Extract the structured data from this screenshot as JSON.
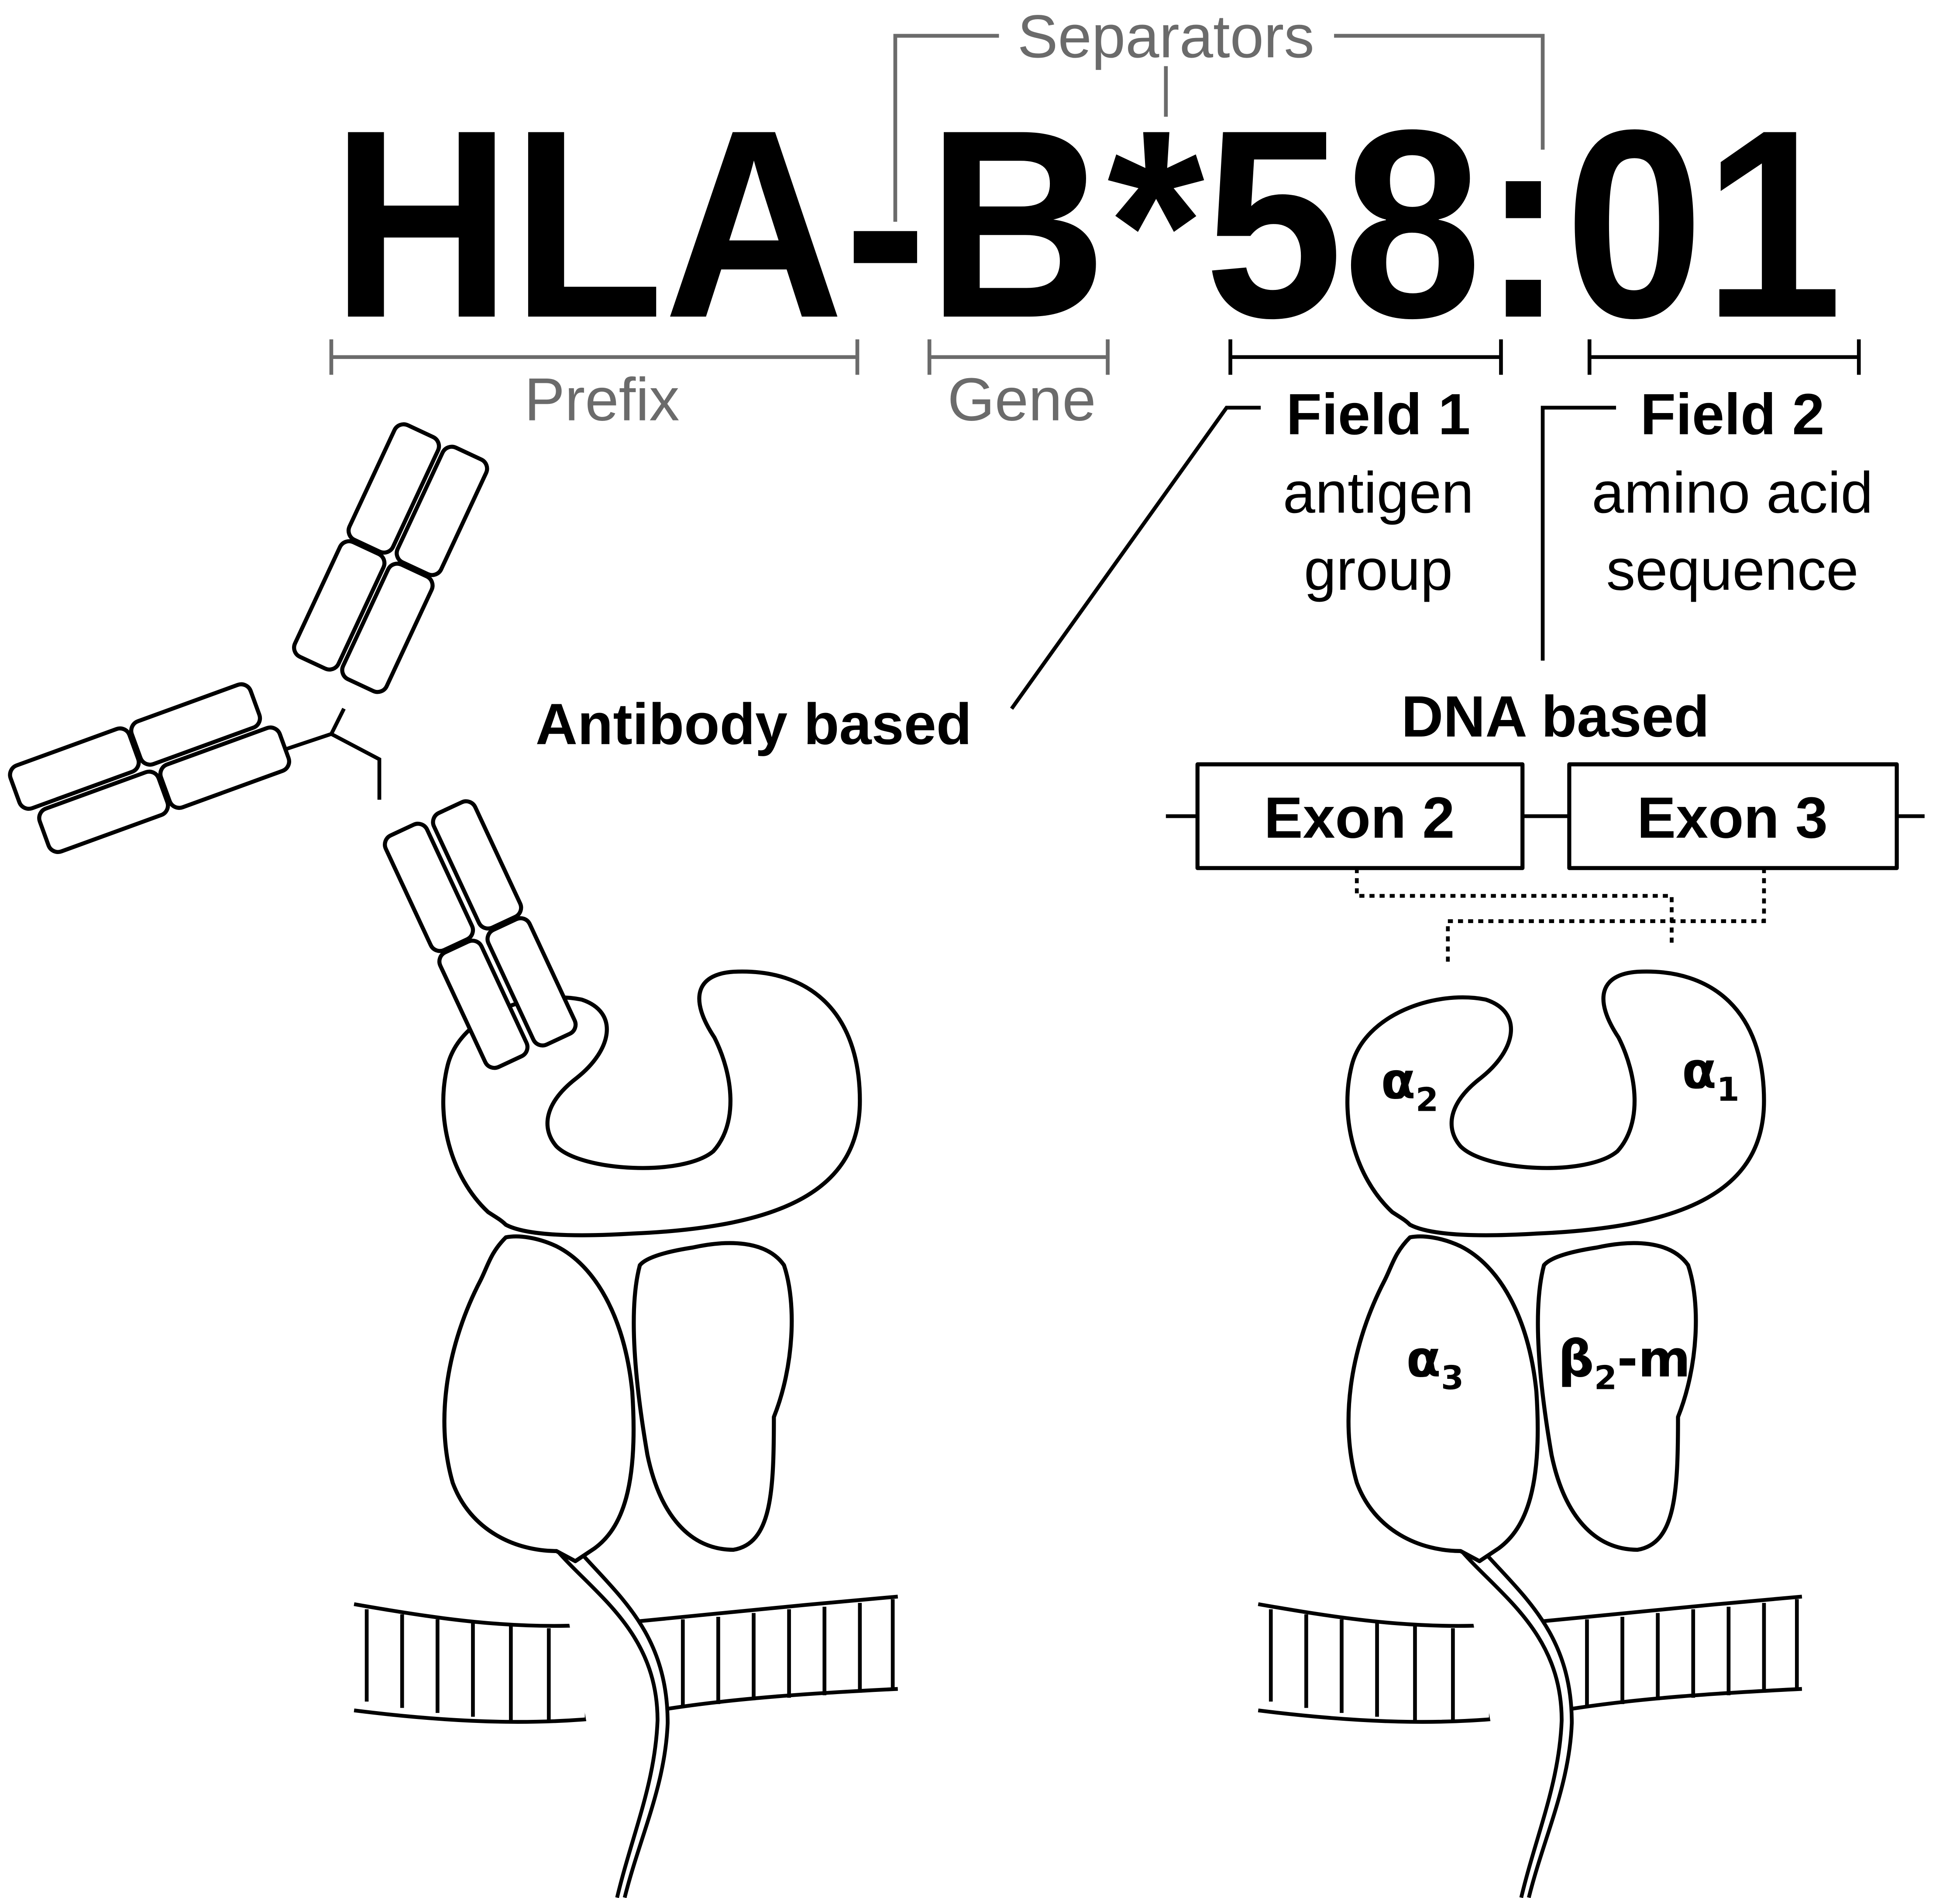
{
  "title": "HLA-B*58:01",
  "separators_label": "Separators",
  "prefix_label": "Prefix",
  "gene_label": "Gene",
  "field1": {
    "title": "Field 1",
    "line1": "antigen",
    "line2": "group"
  },
  "field2": {
    "title": "Field 2",
    "line1": "amino acid",
    "line2": "sequence"
  },
  "antibody_label": "Antibody based",
  "dna_label": "DNA based",
  "exons": [
    "Exon 2",
    "Exon 3"
  ],
  "domains": {
    "alpha2": {
      "symbol": "α",
      "sub": "2"
    },
    "alpha1": {
      "symbol": "α",
      "sub": "1"
    },
    "alpha3": {
      "symbol": "α",
      "sub": "3"
    },
    "beta2m": {
      "symbol": "β",
      "sub": "2",
      "suffix": "-m"
    }
  }
}
